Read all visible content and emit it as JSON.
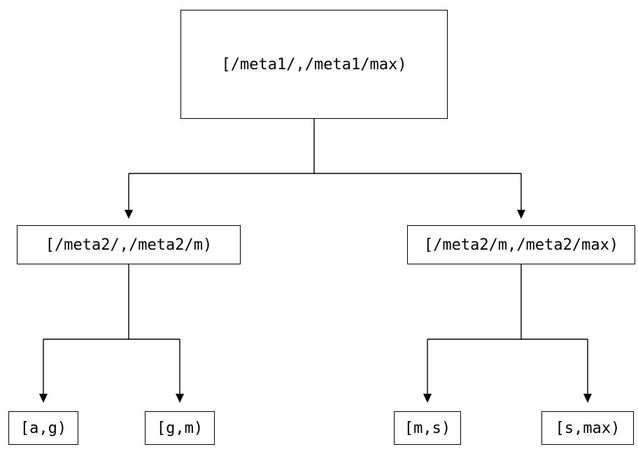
{
  "diagram": {
    "type": "tree",
    "colors": {
      "background": "#ffffff",
      "line": "#000000",
      "box_border": "#000000",
      "text": "#000000"
    },
    "nodes": {
      "root": {
        "label": "[/meta1/,/meta1/max)"
      },
      "mid_left": {
        "label": "[/meta2/,/meta2/m)"
      },
      "mid_right": {
        "label": "[/meta2/m,/meta2/max)"
      },
      "leaf_ag": {
        "label": "[a,g)"
      },
      "leaf_gm": {
        "label": "[g,m)"
      },
      "leaf_ms": {
        "label": "[m,s)"
      },
      "leaf_smax": {
        "label": "[s,max)"
      }
    }
  }
}
